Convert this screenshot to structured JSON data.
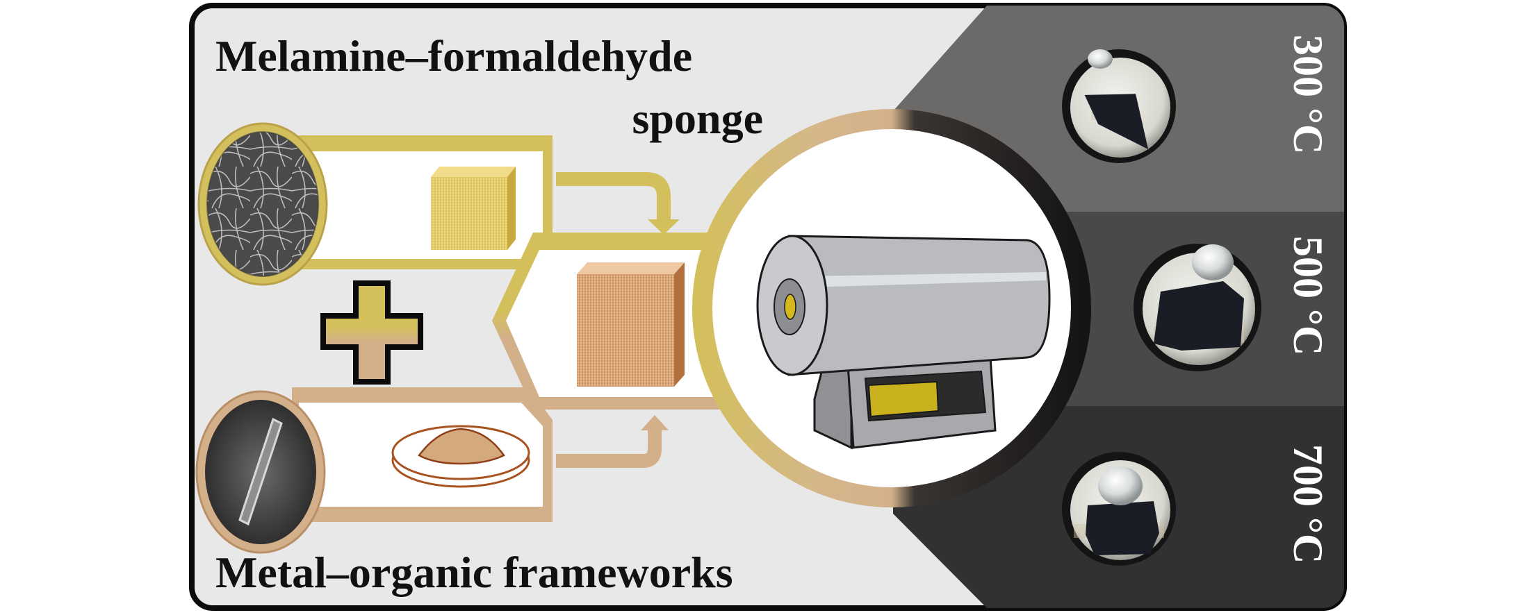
{
  "figure": {
    "title_top_line1": "Melamine–formaldehyde",
    "title_top_line2": "sponge",
    "title_bottom": "Metal–organic frameworks",
    "plus_symbol": "plus-icon",
    "process": "furnace",
    "samples": [
      {
        "temperature": "300°C",
        "label": "300 °C"
      },
      {
        "temperature": "500°C",
        "label": "500 °C"
      },
      {
        "temperature": "700°C",
        "label": "700 °C"
      }
    ]
  },
  "colors": {
    "background": "#e8e8e8",
    "frame": "#0b0b0b",
    "gold": "#d4bf5d",
    "tan": "#d4b08a",
    "band_300": "#6b6a69",
    "band_500": "#4a4949",
    "band_700": "#323131",
    "furnace_body": "#b9bbbe",
    "furnace_display": "#c9b21e"
  }
}
